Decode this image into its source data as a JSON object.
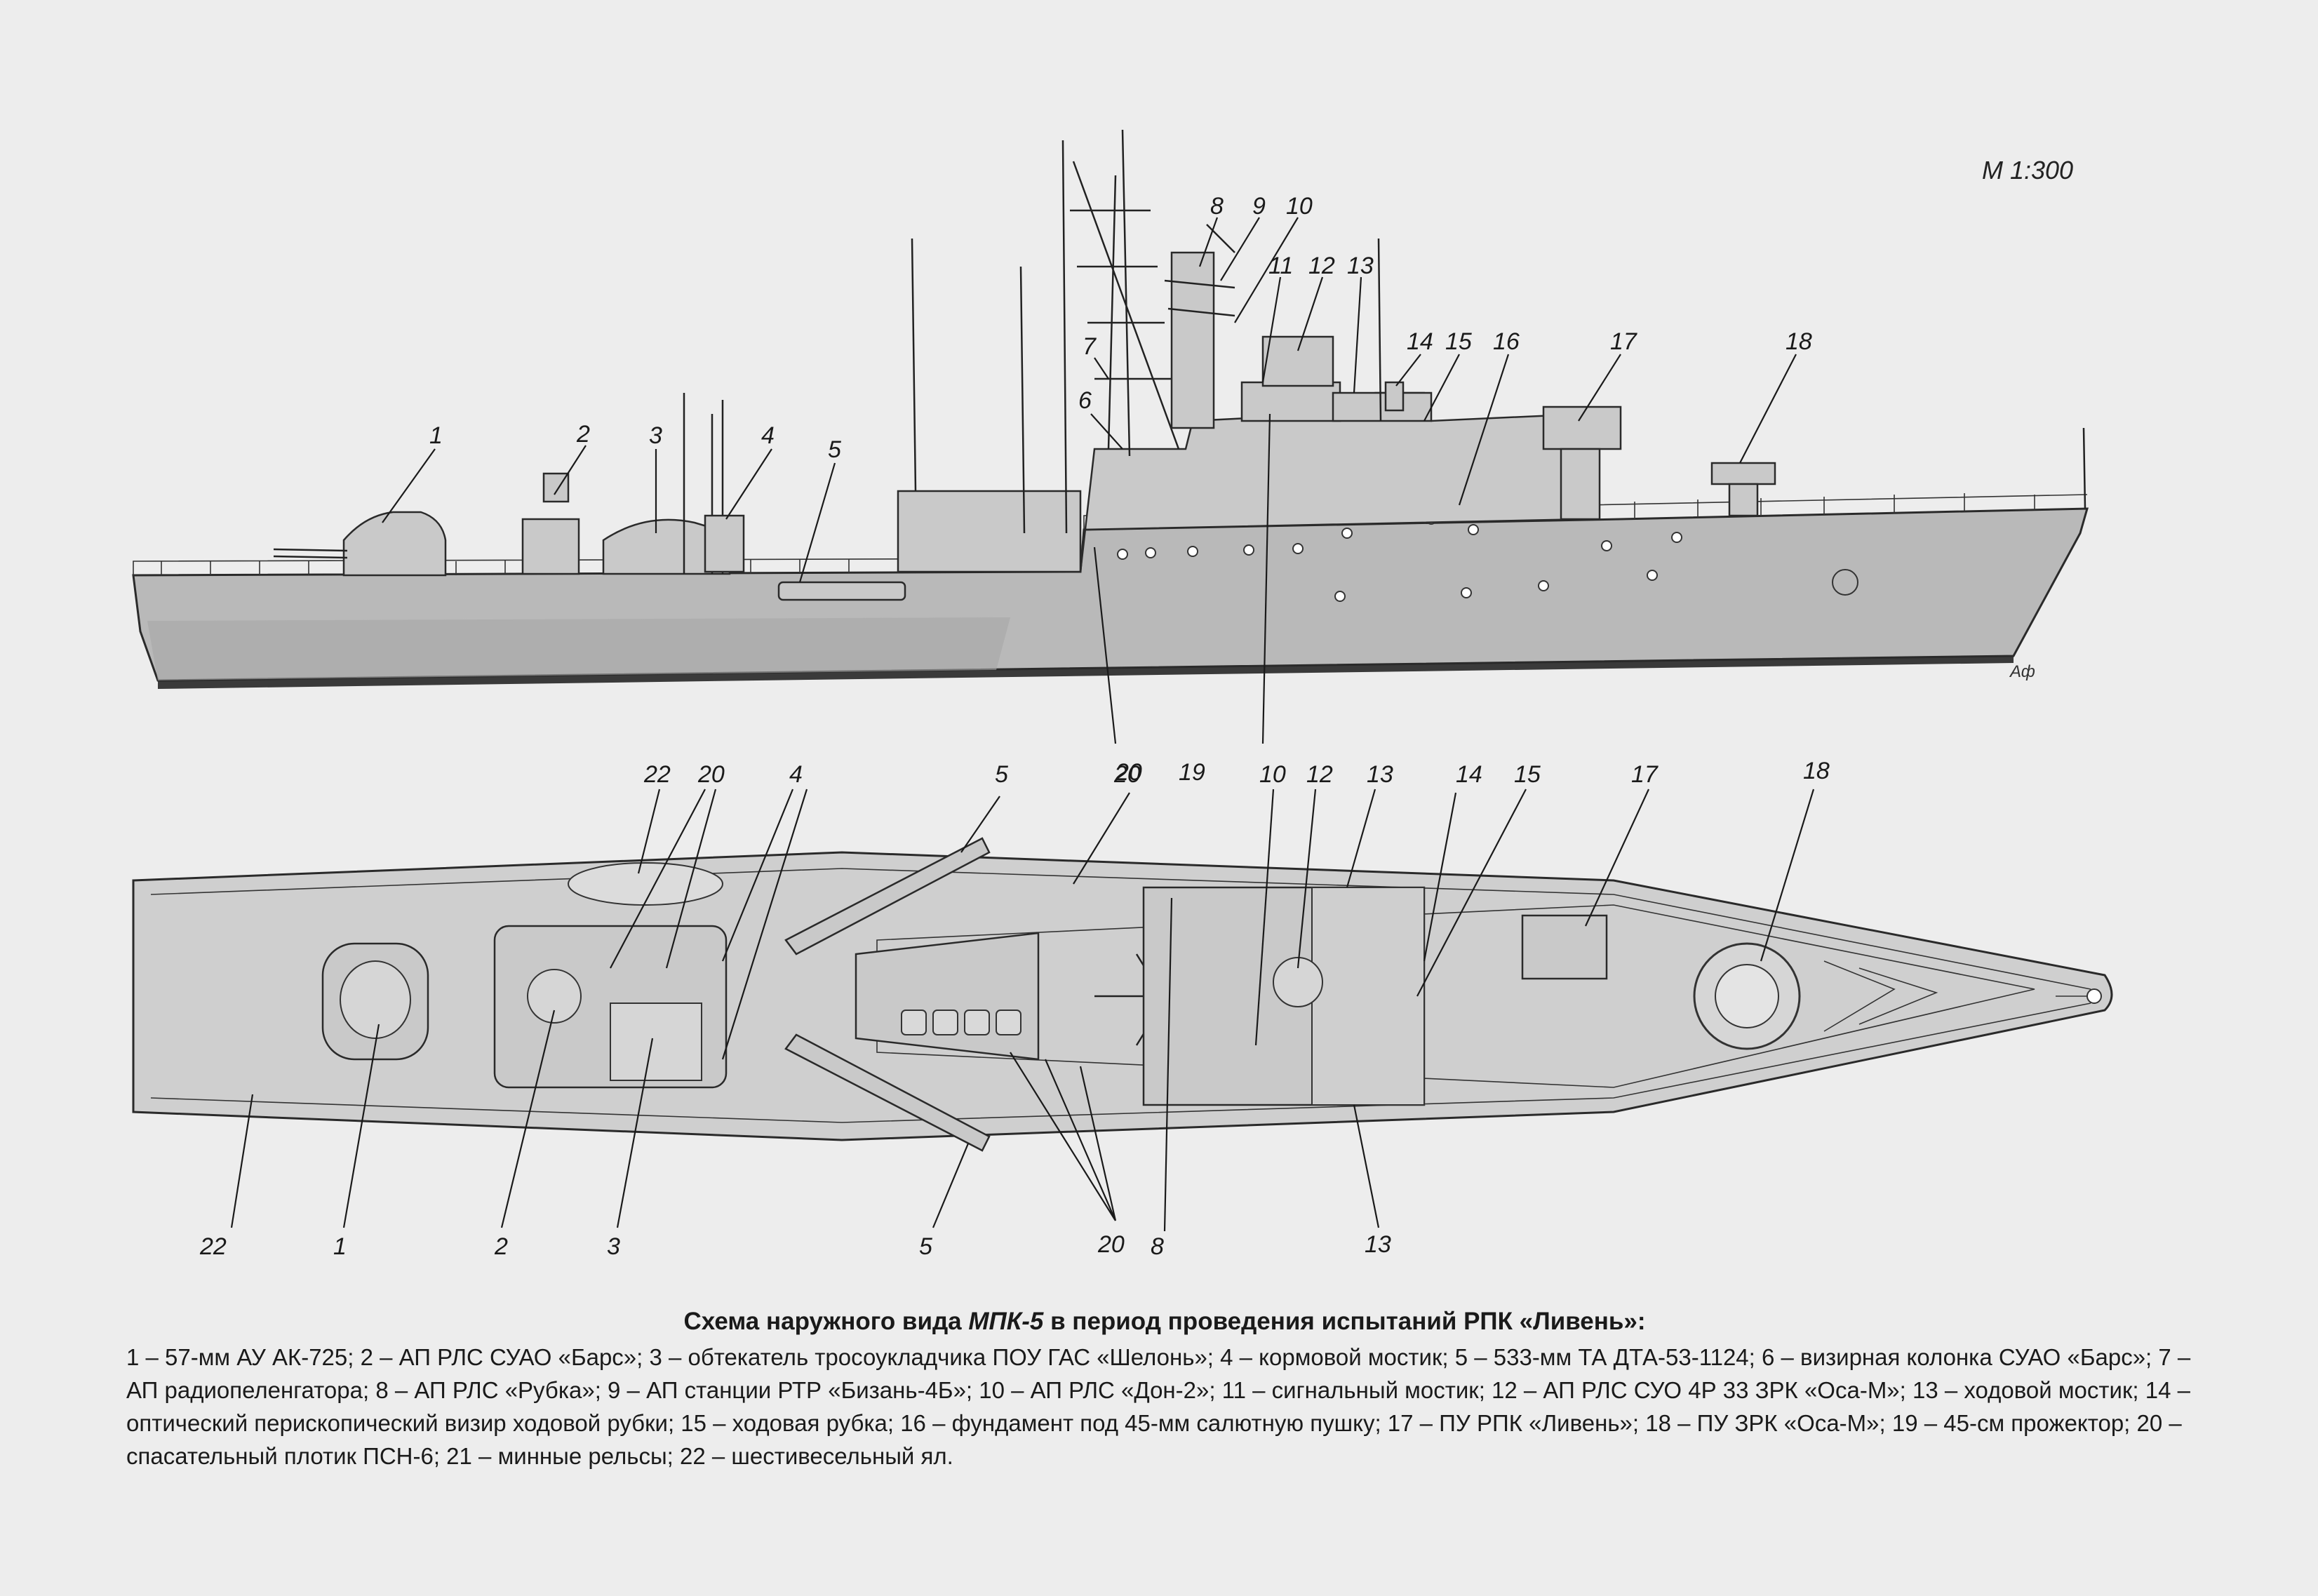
{
  "scale": "М 1:300",
  "side_view_labels": [
    "1",
    "2",
    "3",
    "4",
    "5",
    "6",
    "7",
    "8",
    "9",
    "10",
    "11",
    "12",
    "13",
    "14",
    "15",
    "16",
    "17",
    "18",
    "19",
    "20"
  ],
  "plan_view_labels": [
    "22",
    "20",
    "4",
    "5",
    "20",
    "10",
    "12",
    "13",
    "14",
    "15",
    "17",
    "18",
    "22",
    "1",
    "2",
    "3",
    "5",
    "20",
    "8",
    "13"
  ],
  "caption": {
    "title_prefix": "Схема наружного вида ",
    "title_ship": "МПК-5",
    "title_suffix": " в период проведения испытаний РПК «Ливень»:",
    "legend": "1 – 57-мм АУ АК-725; 2 – АП РЛС СУАО «Барс»; 3 – обтекатель тросоукладчика ПОУ ГАС «Шелонь»; 4 – кормовой мостик; 5 – 533-мм ТА ДТА-53-1124; 6 – визирная колонка СУАО «Барс»; 7 – АП радиопеленгатора; 8 – АП РЛС «Рубка»; 9 – АП станции РТР «Бизань-4Б»; 10 – АП РЛС  «Дон-2»; 11 – сигнальный мостик; 12 – АП РЛС СУО 4Р 33 ЗРК «Оса-М»; 13 – ходовой мостик; 14 – оптический перископический визир ходовой рубки; 15 – ходовая рубка; 16 – фундамент под 45-мм салютную пушку; 17 – ПУ РПК «Ливень»; 18 – ПУ ЗРК «Оса-М»; 19 – 45-см прожектор; 20 – спасательный плотик ПСН-6; 21 – минные рельсы; 22 – шестивесельный ял."
  },
  "colors": {
    "background": "#ededed",
    "hull": "#b9b9b9",
    "superstructure": "#c9c9c9",
    "ink": "#1a1a1a"
  }
}
